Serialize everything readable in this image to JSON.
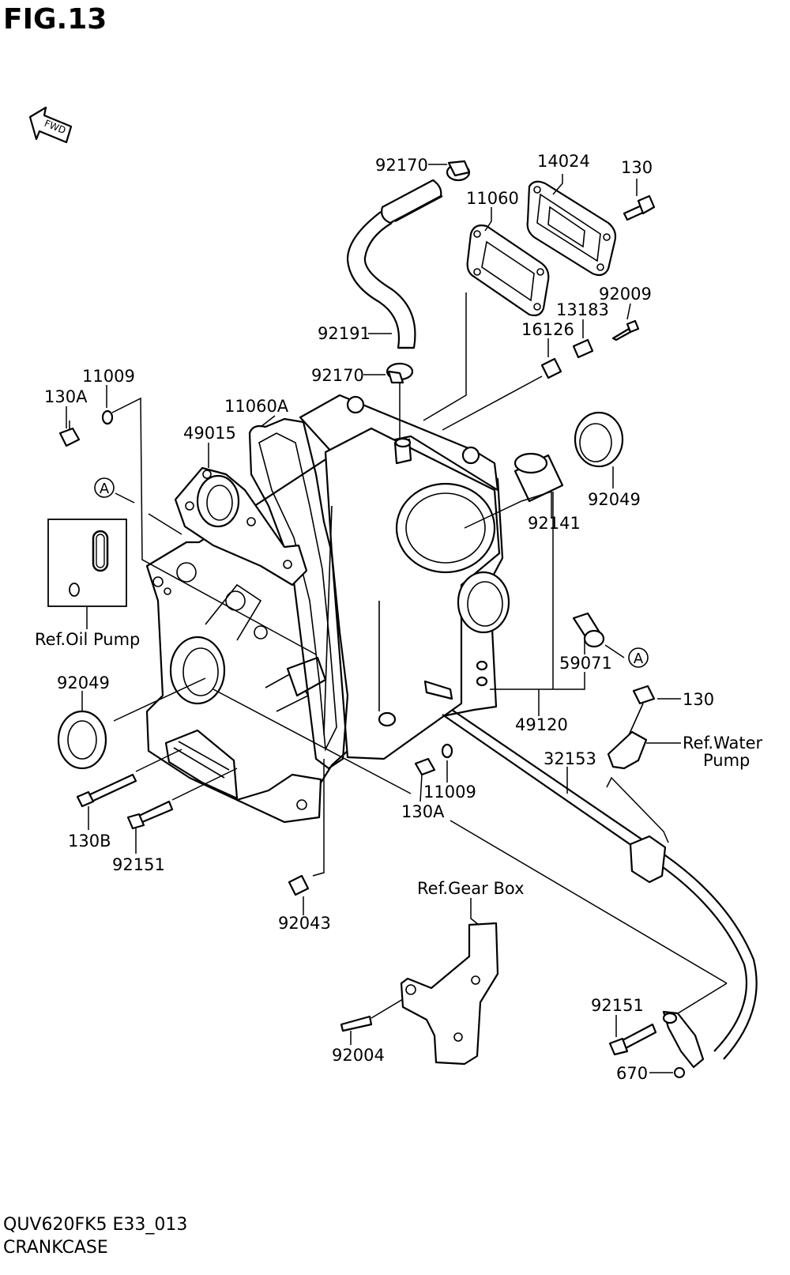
{
  "figure": {
    "title": "FIG.13",
    "fwd_label": "FWD"
  },
  "footer": {
    "code": "QUV620FK5 E33_013",
    "name": "CRANKCASE"
  },
  "parts": {
    "p92170a": "92170",
    "p14024": "14024",
    "p130a": "130",
    "p11060": "11060",
    "p92009": "92009",
    "p13183": "13183",
    "p16126": "16126",
    "p92191": "92191",
    "p92170b": "92170",
    "p11009a": "11009",
    "p130A1": "130A",
    "p11060A": "11060A",
    "p49015": "49015",
    "p92049a": "92049",
    "p92141": "92141",
    "p59071": "59071",
    "p92049b": "92049",
    "p49120": "49120",
    "p130b": "130",
    "p32153": "32153",
    "p11009b": "11009",
    "p130A2": "130A",
    "p130B": "130B",
    "p92151a": "92151",
    "p92043": "92043",
    "p92004": "92004",
    "p92151b": "92151",
    "p670": "670"
  },
  "refs": {
    "oil_pump": "Ref.Oil Pump",
    "water_pump_1": "Ref.Water",
    "water_pump_2": "Pump",
    "gear_box": "Ref.Gear Box",
    "marker_a": "A"
  }
}
